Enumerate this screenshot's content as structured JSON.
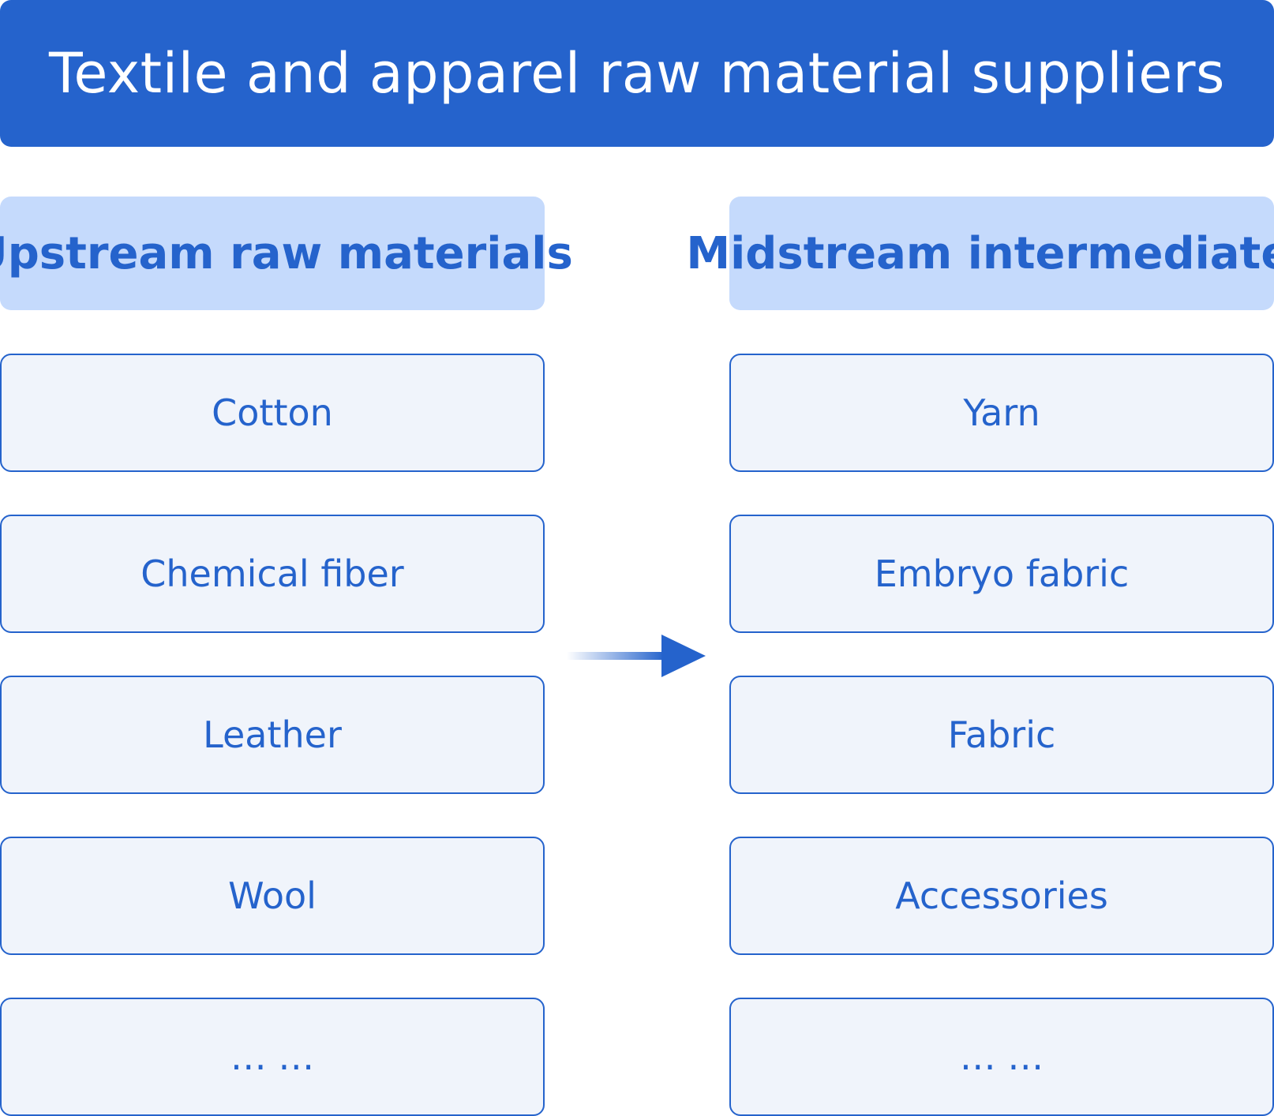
{
  "title": "Textile and apparel raw material suppliers",
  "upstream": {
    "header": "Upstream raw materials",
    "items": [
      "Cotton",
      "Chemical fiber",
      "Leather",
      "Wool",
      "… …"
    ]
  },
  "midstream": {
    "header": "Midstream intermediates",
    "items": [
      "Yarn",
      "Embryo fabric",
      "Fabric",
      "Accessories",
      "… …"
    ]
  },
  "colors": {
    "primary": "#2563cc",
    "header_fill": "#c5dafc",
    "box_fill": "#f0f4fb"
  }
}
